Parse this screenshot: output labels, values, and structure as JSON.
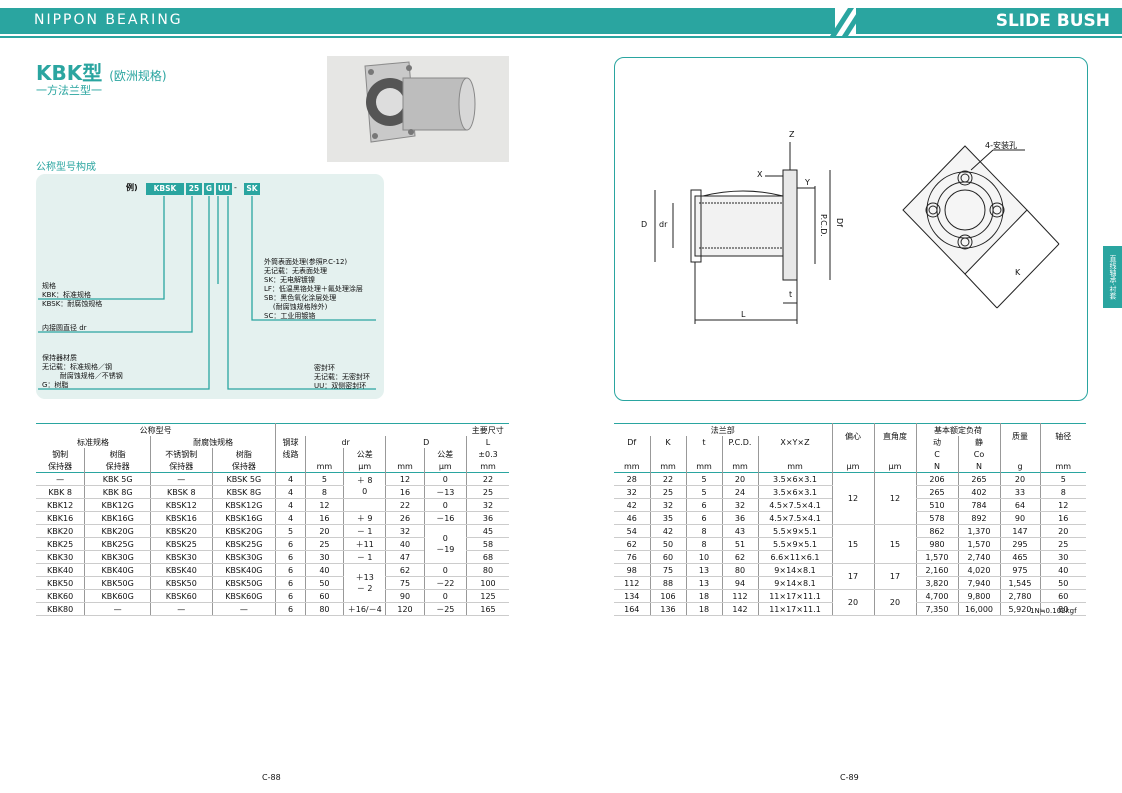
{
  "header": {
    "brand": "NIPPON BEARING",
    "section": "SLIDE BUSH"
  },
  "title": {
    "main": "KBK型",
    "paren": "(欧洲规格)",
    "subtitle": "一方法兰型一"
  },
  "part_number": {
    "heading": "公称型号构成",
    "example_label": "例)",
    "codes": [
      "KBSK",
      "25",
      "G",
      "UU",
      "-",
      "SK"
    ],
    "surface": "外筒表面处理(参照P.C-12)\n无记载：无表面处理\nSK：无电解镀镍\nLF：低温黑铬处理＋氟处理涂层\nSB：黑色氧化涂层处理\n    (耐腐蚀规格除外)\nSC：工业用镀铬",
    "spec": "规格\nKBK：标准规格\nKBSK：耐腐蚀规格",
    "dr": "内接圆直径 dr",
    "retainer": "保持器材质\n无记载：标准规格／钢\n        耐腐蚀规格／不锈钢\nG：树脂",
    "seal": "密封环\n无记载：无密封环\nUU：双侧密封环"
  },
  "left_table": {
    "h1": {
      "name": "公称型号",
      "main": "主要尺寸"
    },
    "h2": {
      "std": "标准规格",
      "corr": "耐腐蚀规格",
      "balls": "钢球",
      "dr": "dr",
      "D": "D",
      "L": "L"
    },
    "h3": [
      "钢制",
      "树脂",
      "不锈钢制",
      "树脂",
      "线路",
      "",
      "公差",
      "",
      "公差",
      "±0.3"
    ],
    "h4": [
      "保持器",
      "保持器",
      "保持器",
      "保持器",
      "",
      "mm",
      "μm",
      "mm",
      "μm",
      "mm"
    ],
    "rows": [
      [
        "—",
        "KBK 5G",
        "—",
        "KBSK 5G",
        "4",
        "5",
        "",
        "12",
        "0",
        "22"
      ],
      [
        "KBK 8",
        "KBK 8G",
        "KBSK 8",
        "KBSK 8G",
        "4",
        "8",
        "",
        "16",
        "－13",
        "25"
      ],
      [
        "KBK12",
        "KBK12G",
        "KBSK12",
        "KBSK12G",
        "4",
        "12",
        "",
        "22",
        "0",
        "32"
      ],
      [
        "KBK16",
        "KBK16G",
        "KBSK16",
        "KBSK16G",
        "4",
        "16",
        "＋ 9",
        "26",
        "－16",
        "36"
      ],
      [
        "KBK20",
        "KBK20G",
        "KBSK20",
        "KBSK20G",
        "5",
        "20",
        "－ 1",
        "32",
        "",
        "45"
      ],
      [
        "KBK25",
        "KBK25G",
        "KBSK25",
        "KBSK25G",
        "6",
        "25",
        "＋11",
        "40",
        "",
        "58"
      ],
      [
        "KBK30",
        "KBK30G",
        "KBSK30",
        "KBSK30G",
        "6",
        "30",
        "－ 1",
        "47",
        "",
        "68"
      ],
      [
        "KBK40",
        "KBK40G",
        "KBSK40",
        "KBSK40G",
        "6",
        "40",
        "",
        "62",
        "0",
        "80"
      ],
      [
        "KBK50",
        "KBK50G",
        "KBSK50",
        "KBSK50G",
        "6",
        "50",
        "",
        "75",
        "－22",
        "100"
      ],
      [
        "KBK60",
        "KBK60G",
        "KBSK60",
        "KBSK60G",
        "6",
        "60",
        "",
        "90",
        "0",
        "125"
      ],
      [
        "KBK80",
        "—",
        "—",
        "—",
        "6",
        "80",
        "＋16/－4",
        "120",
        "－25",
        "165"
      ]
    ],
    "merged": {
      "tol1": "＋ 8\n0",
      "tol2": "＋13\n－ 2",
      "dtol": "0\n－19"
    }
  },
  "right_table": {
    "h1": {
      "flange": "法兰部",
      "ecc": "偏心",
      "perp": "直角度",
      "load": "基本额定负荷",
      "mass": "质量",
      "shaft": "轴径"
    },
    "h2": [
      "Df",
      "K",
      "t",
      "P.C.D.",
      "X×Y×Z",
      "",
      "",
      "动",
      "静",
      "",
      ""
    ],
    "h3": [
      "",
      "",
      "",
      "",
      "",
      "",
      "",
      "C",
      "Co",
      "",
      ""
    ],
    "h4": [
      "mm",
      "mm",
      "mm",
      "mm",
      "mm",
      "μm",
      "μm",
      "N",
      "N",
      "g",
      "mm"
    ],
    "rows": [
      [
        "28",
        "22",
        "5",
        "20",
        "3.5×6×3.1",
        "206",
        "265",
        "20",
        "5"
      ],
      [
        "32",
        "25",
        "5",
        "24",
        "3.5×6×3.1",
        "265",
        "402",
        "33",
        "8"
      ],
      [
        "42",
        "32",
        "6",
        "32",
        "4.5×7.5×4.1",
        "510",
        "784",
        "64",
        "12"
      ],
      [
        "46",
        "35",
        "6",
        "36",
        "4.5×7.5×4.1",
        "578",
        "892",
        "90",
        "16"
      ],
      [
        "54",
        "42",
        "8",
        "43",
        "5.5×9×5.1",
        "862",
        "1,370",
        "147",
        "20"
      ],
      [
        "62",
        "50",
        "8",
        "51",
        "5.5×9×5.1",
        "980",
        "1,570",
        "295",
        "25"
      ],
      [
        "76",
        "60",
        "10",
        "62",
        "6.6×11×6.1",
        "1,570",
        "2,740",
        "465",
        "30"
      ],
      [
        "98",
        "75",
        "13",
        "80",
        "9×14×8.1",
        "2,160",
        "4,020",
        "975",
        "40"
      ],
      [
        "112",
        "88",
        "13",
        "94",
        "9×14×8.1",
        "3,820",
        "7,940",
        "1,545",
        "50"
      ],
      [
        "134",
        "106",
        "18",
        "112",
        "11×17×11.1",
        "4,700",
        "9,800",
        "2,780",
        "60"
      ],
      [
        "164",
        "136",
        "18",
        "142",
        "11×17×11.1",
        "7,350",
        "16,000",
        "5,920",
        "80"
      ]
    ],
    "groups": [
      "12",
      "15",
      "17",
      "20"
    ],
    "note": "1N≒0.102kgf"
  },
  "diagram": {
    "labels": [
      "Z",
      "X",
      "Y",
      "D",
      "dr",
      "P.C.D.",
      "Df",
      "t",
      "L",
      "4-安装孔",
      "K"
    ]
  },
  "side_tab": "直线轴承·衬套",
  "pages": {
    "left": "C-88",
    "right": "C-89"
  }
}
